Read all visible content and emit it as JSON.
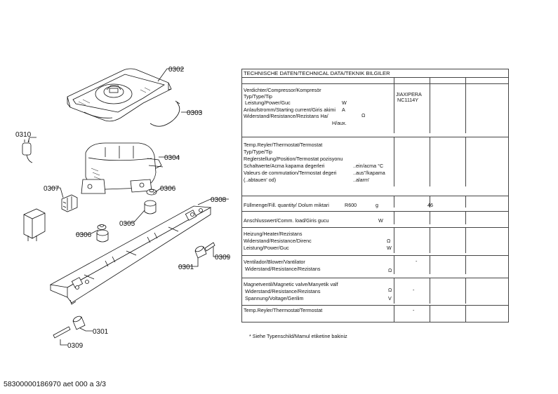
{
  "parts": {
    "p0302": "0302",
    "p0303": "0303",
    "p0310": "0310",
    "p0304": "0304",
    "p0307": "0307",
    "p0306a": "0306",
    "p0308": "0308",
    "p0305": "0305",
    "p0306b": "0306",
    "p0301a": "0301",
    "p0309a": "0309",
    "p0301b": "0301",
    "p0309b": "0309"
  },
  "table": {
    "title": "TECHNISCHE DATEN/TECHNICAL DATA/TEKNIK BILGILER",
    "compressor": {
      "l1": "Verdichter/Compressor/Kompresör",
      "l2": "Typ/Type/Tip",
      "l3": "Leistung/Power/Guc",
      "l4": "Anlaufstromm/Starting current/Giris akimi",
      "l5": "Widerstand/Resistance/Rezistans Ha/",
      "l6": "H/aux.",
      "u3": "W",
      "u4": "A",
      "u5": "Ω",
      "v1": "JIAXIPERA",
      "v2": "NC1114Y"
    },
    "thermostat": {
      "l1": "Temp.Reyler/Thermostat/Termostat",
      "l2": "Typ/Type/Tip",
      "l3": "Reglerstellung/Position/Termostat  pozisyonu",
      "l4": "Schaltwerte/Acma kapama degerleri",
      "l5": "Valeurs de commutation/Termostat degeri",
      "l6": "(..abtauen' od)",
      "r4": "..ein/acma °C",
      "r5": "..aus\"/kapama",
      "r6": "..alarm'"
    },
    "fill": {
      "label": "Füllmenge/Fill. quantity/ Dolum miktari",
      "refrigerant": "R600",
      "unit": "g",
      "value": "46"
    },
    "connection": {
      "label": "Anschlusswert/Comm. load/Giris gucu",
      "unit": "W"
    },
    "heater": {
      "l1": "Heizung/Heater/Rezistans",
      "l2": "Widerstand/Resistance/Direnc",
      "l3": "Leistung/Power/Guc",
      "u2": "Ω",
      "u3": "W"
    },
    "blower": {
      "l1": "Ventilador/Blower/Vantilator",
      "l2": "Widerstand/Resistance/Rezistans",
      "u2": "Ω",
      "v1": "-"
    },
    "valve": {
      "l1": "Magnetventil/Magnetic valve/Manyetik valf",
      "l2": "Widerstand/Resistance/Rezistans",
      "l3": "Spannung/Voltage/Gerilim",
      "u2": "Ω",
      "u3": "V",
      "v2": "-"
    },
    "thermostat2": {
      "l1": "Temp.Reyler/Thermostat/Termostat",
      "v1": "-"
    }
  },
  "footnote": "* Siehe Typenschild/Mamul etiketine bakiniz",
  "doc_id": "58300000186970 aet 000 a 3/3"
}
